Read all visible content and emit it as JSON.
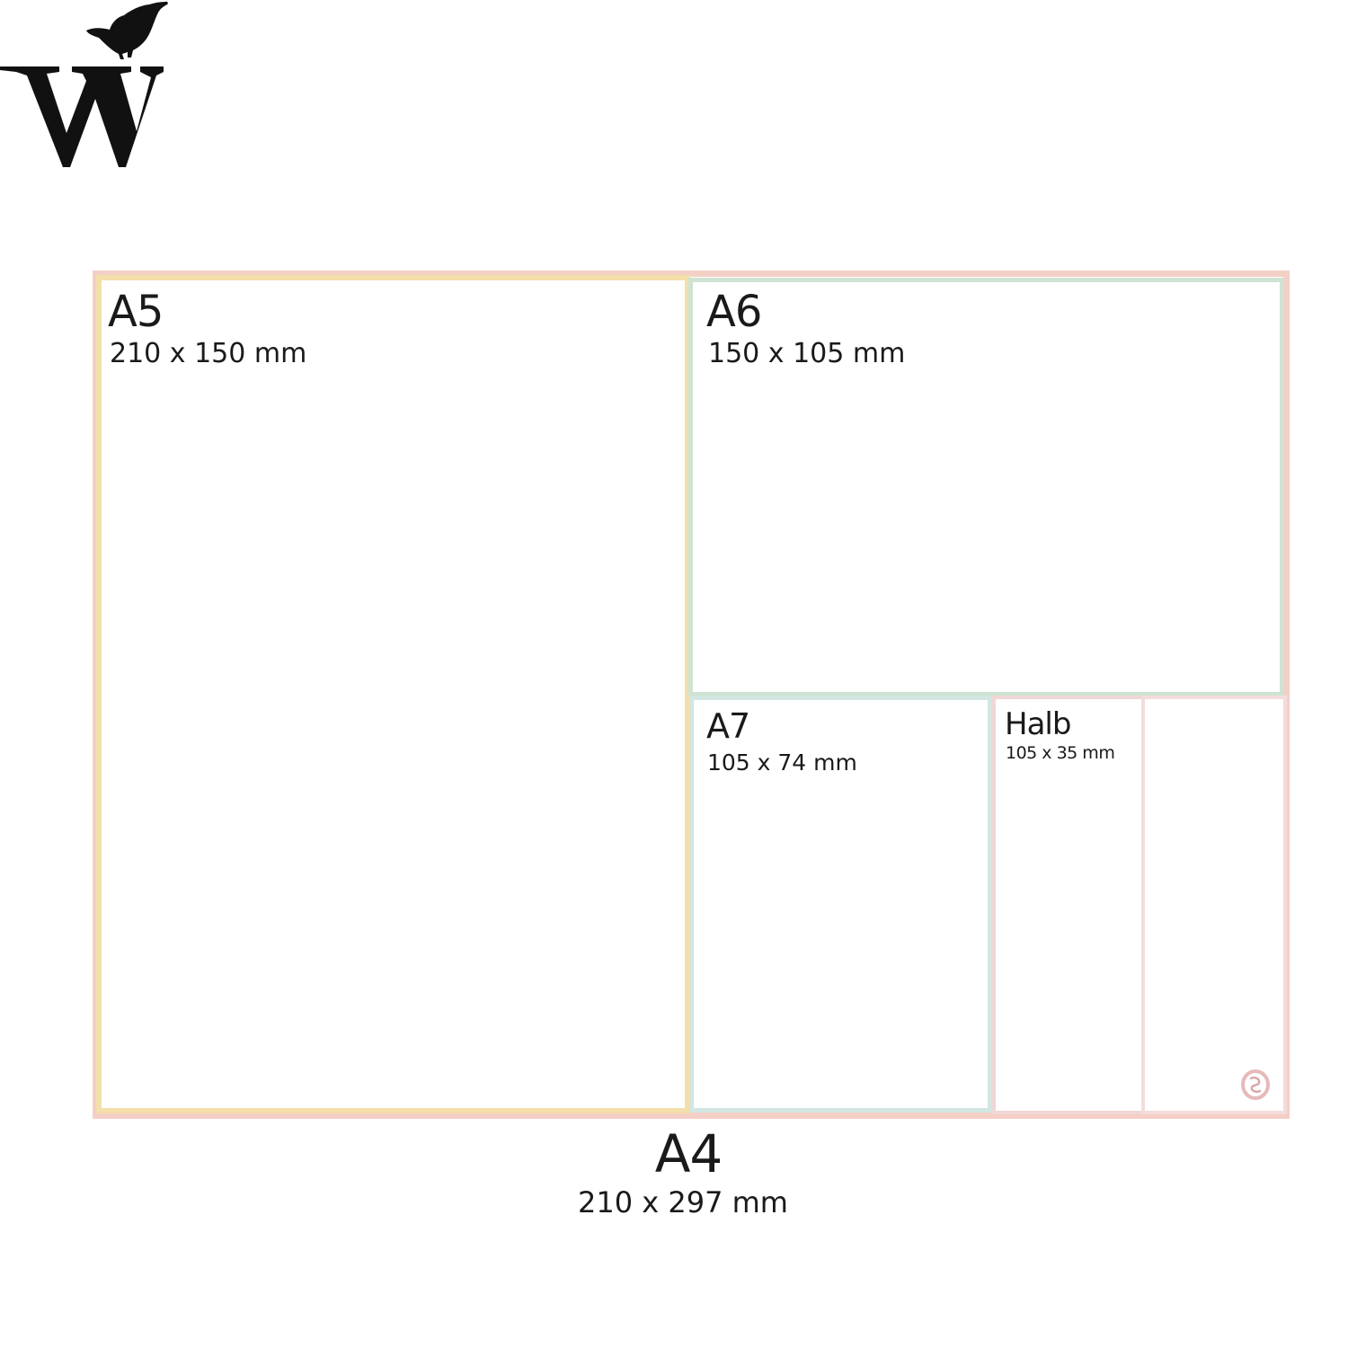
{
  "logo": {
    "icon": "bird-w-icon",
    "color": "#111111"
  },
  "formats": {
    "a4": {
      "name": "A4",
      "dimensions": "210 x 297 mm",
      "color": "#f4cfc6"
    },
    "a5": {
      "name": "A5",
      "dimensions": "210 x 150 mm",
      "color": "#f3dfa9"
    },
    "a6": {
      "name": "A6",
      "dimensions": "150 x 105 mm",
      "color": "#cfe3d2"
    },
    "a7": {
      "name": "A7",
      "dimensions": "105 x 74 mm",
      "color": "#d2e6e2"
    },
    "halb": {
      "name": "Halb",
      "dimensions": "105 x 35 mm",
      "color": "#f0d6d6"
    }
  },
  "badge": {
    "icon": "badge-icon",
    "color": "#e7b9b9"
  }
}
